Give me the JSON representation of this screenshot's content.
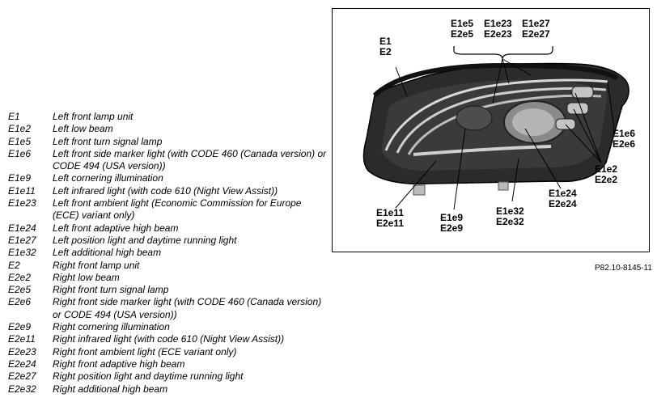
{
  "legend": [
    {
      "code": "E1",
      "desc": "Left front lamp unit"
    },
    {
      "code": "E1e2",
      "desc": "Left low beam"
    },
    {
      "code": "E1e5",
      "desc": "Left front turn signal lamp"
    },
    {
      "code": "E1e6",
      "desc": "Left front side marker light (with CODE 460 (Canada version) or CODE 494 (USA version))"
    },
    {
      "code": "E1e9",
      "desc": "Left cornering illumination"
    },
    {
      "code": "E1e11",
      "desc": "Left infrared light (with code 610 (Night View Assist))"
    },
    {
      "code": "E1e23",
      "desc": "Left front ambient light (Economic Commission for Europe (ECE) variant only)"
    },
    {
      "code": "E1e24",
      "desc": "Left front adaptive high beam"
    },
    {
      "code": "E1e27",
      "desc": "Left position light and daytime running light"
    },
    {
      "code": "E1e32",
      "desc": "Left additional high beam"
    },
    {
      "code": "E2",
      "desc": "Right front lamp unit"
    },
    {
      "code": "E2e2",
      "desc": "Right low beam"
    },
    {
      "code": "E2e5",
      "desc": "Right front turn signal lamp"
    },
    {
      "code": "E2e6",
      "desc": "Right front side marker light (with CODE 460 (Canada version) or CODE 494 (USA version))"
    },
    {
      "code": "E2e9",
      "desc": "Right cornering illumination"
    },
    {
      "code": "E2e11",
      "desc": "Right infrared light (with code 610 (Night View Assist))"
    },
    {
      "code": "E2e23",
      "desc": "Right front ambient light (ECE variant only)"
    },
    {
      "code": "E2e24",
      "desc": "Right front adaptive high beam"
    },
    {
      "code": "E2e27",
      "desc": "Right position light and daytime running light"
    },
    {
      "code": "E2e32",
      "desc": "Right additional high beam"
    }
  ],
  "callouts": {
    "e1": {
      "l1": "E1",
      "l2": "E2"
    },
    "e5": {
      "l1": "E1e5",
      "l2": "E2e5"
    },
    "e23": {
      "l1": "E1e23",
      "l2": "E2e23"
    },
    "e27": {
      "l1": "E1e27",
      "l2": "E2e27"
    },
    "e6": {
      "l1": "E1e6",
      "l2": "E2e6"
    },
    "e2": {
      "l1": "E1e2",
      "l2": "E2e2"
    },
    "e24": {
      "l1": "E1e24",
      "l2": "E2e24"
    },
    "e32": {
      "l1": "E1e32",
      "l2": "E2e32"
    },
    "e9": {
      "l1": "E1e9",
      "l2": "E2e9"
    },
    "e11": {
      "l1": "E1e11",
      "l2": "E2e11"
    }
  },
  "figure_ref": "P82.10-8145-11"
}
